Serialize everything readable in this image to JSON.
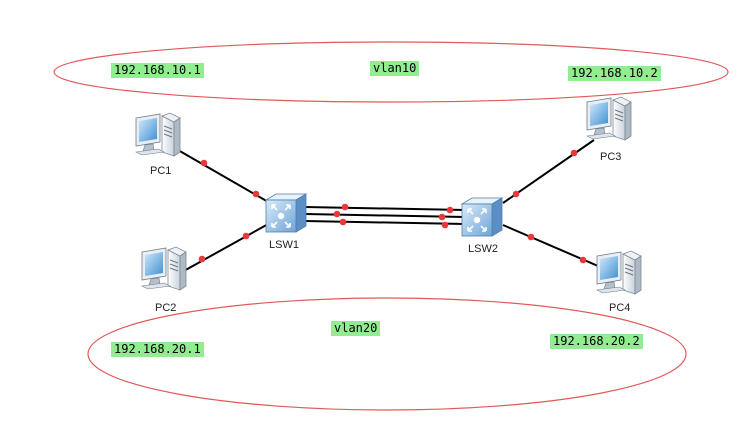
{
  "colors": {
    "region_outline": "#e05a5a",
    "link": "#000000",
    "port_dot": "#e8383a",
    "tag_bg": "#90ee90"
  },
  "regions": [
    {
      "name": "vlan10",
      "label": "vlan10",
      "ip_left": "192.168.10.1",
      "ip_right": "192.168.10.2"
    },
    {
      "name": "vlan20",
      "label": "vlan20",
      "ip_left": "192.168.20.1",
      "ip_right": "192.168.20.2"
    }
  ],
  "devices": {
    "pc1": {
      "type": "pc",
      "label": "PC1"
    },
    "pc2": {
      "type": "pc",
      "label": "PC2"
    },
    "pc3": {
      "type": "pc",
      "label": "PC3"
    },
    "pc4": {
      "type": "pc",
      "label": "PC4"
    },
    "lsw1": {
      "type": "switch",
      "label": "LSW1"
    },
    "lsw2": {
      "type": "switch",
      "label": "LSW2"
    }
  },
  "links": [
    {
      "from": "PC1",
      "to": "LSW1"
    },
    {
      "from": "PC2",
      "to": "LSW1"
    },
    {
      "from": "LSW1",
      "to": "LSW2"
    },
    {
      "from": "LSW1",
      "to": "LSW2"
    },
    {
      "from": "LSW1",
      "to": "LSW2"
    },
    {
      "from": "PC3",
      "to": "LSW2"
    },
    {
      "from": "PC4",
      "to": "LSW2"
    }
  ]
}
